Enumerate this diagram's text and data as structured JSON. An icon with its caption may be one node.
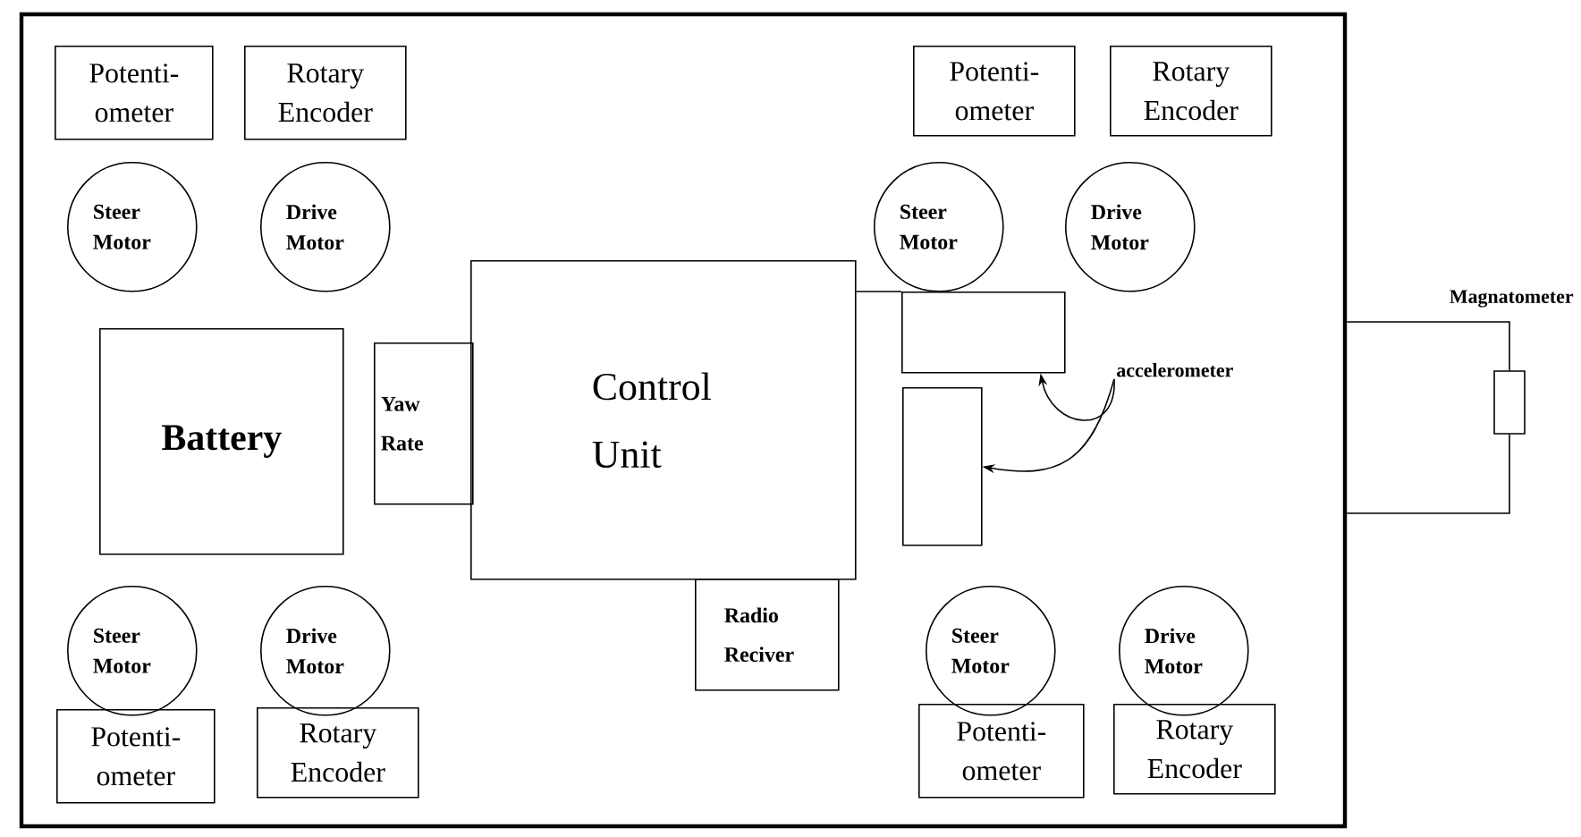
{
  "diagram": {
    "nodes": [
      {
        "text": [],
        "shape": "box"
      },
      {
        "text": [
          "Potenti- ometer"
        ],
        "in": 0
      },
      {
        "text": [
          "Rotary Encoder"
        ],
        "in": 0
      },
      {
        "text": [
          "Potenti- ometer"
        ],
        "in": 0
      },
      {
        "text": [
          "Rotary Encoder"
        ],
        "in": 0
      },
      {
        "text": [
          "Steer Motor"
        ],
        "in": 0
      },
      {
        "text": [
          "Drive Motor"
        ],
        "in": 0
      },
      {
        "text": [
          "Steer Motor"
        ],
        "in": 0
      },
      {
        "text": [
          "Drive Motor"
        ],
        "in": 0
      },
      {
        "text": [
          "Battery"
        ],
        "in": 0
      },
      {
        "text": [
          "Yaw Rate"
        ],
        "in": 0
      },
      {
        "text": [
          "Control Unit"
        ],
        "in": 0
      },
      {
        "text": [],
        "shape": "box",
        "in": 0
      },
      {
        "text": [
          "accelerometer"
        ],
        "in": 0
      },
      {
        "text": [],
        "shape": "box",
        "in": 0
      },
      {
        "text": [
          "Magnatometer"
        ]
      },
      {
        "text": [
          "Radio Reciver"
        ],
        "in": 0
      },
      {
        "text": [
          "Steer Motor"
        ],
        "in": 0
      },
      {
        "text": [
          "Drive Motor"
        ],
        "in": 0
      },
      {
        "text": [
          "Steer Motor"
        ],
        "in": 0
      },
      {
        "text": [
          "Drive Motor"
        ],
        "in": 0
      },
      {
        "text": [
          "Potenti- ometer"
        ],
        "in": 0
      },
      {
        "text": [
          "Rotary Encoder"
        ],
        "in": 0
      },
      {
        "text": [
          "Potenti- ometer"
        ],
        "in": 0
      },
      {
        "text": [
          "Rotary Encoder"
        ],
        "in": 0
      }
    ],
    "edges": [
      {
        "from": 11,
        "to": 12,
        "arrow": "none"
      },
      {
        "from": 13,
        "to": 12,
        "arrow": "to"
      },
      {
        "from": 13,
        "to": 14,
        "arrow": "to"
      },
      {
        "from": 0,
        "to": 15,
        "arrow": "none"
      },
      {
        "from": 0,
        "to": 15,
        "arrow": "none"
      }
    ]
  }
}
